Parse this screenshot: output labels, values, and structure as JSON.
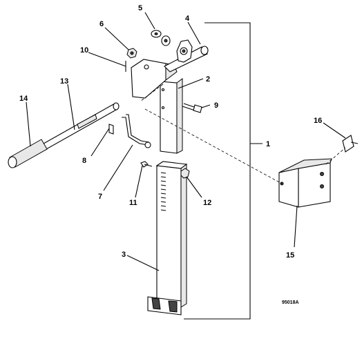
{
  "diagram": {
    "drawing_code": "95018A",
    "callouts": [
      {
        "id": "c1",
        "text": "1"
      },
      {
        "id": "c2",
        "text": "2"
      },
      {
        "id": "c3",
        "text": "3"
      },
      {
        "id": "c4",
        "text": "4"
      },
      {
        "id": "c5",
        "text": "5"
      },
      {
        "id": "c6",
        "text": "6"
      },
      {
        "id": "c7",
        "text": "7"
      },
      {
        "id": "c8",
        "text": "8"
      },
      {
        "id": "c9",
        "text": "9"
      },
      {
        "id": "c10",
        "text": "10"
      },
      {
        "id": "c11",
        "text": "11"
      },
      {
        "id": "c12",
        "text": "12"
      },
      {
        "id": "c13",
        "text": "13"
      },
      {
        "id": "c14",
        "text": "14"
      },
      {
        "id": "c15",
        "text": "15"
      },
      {
        "id": "c16",
        "text": "16"
      }
    ]
  }
}
